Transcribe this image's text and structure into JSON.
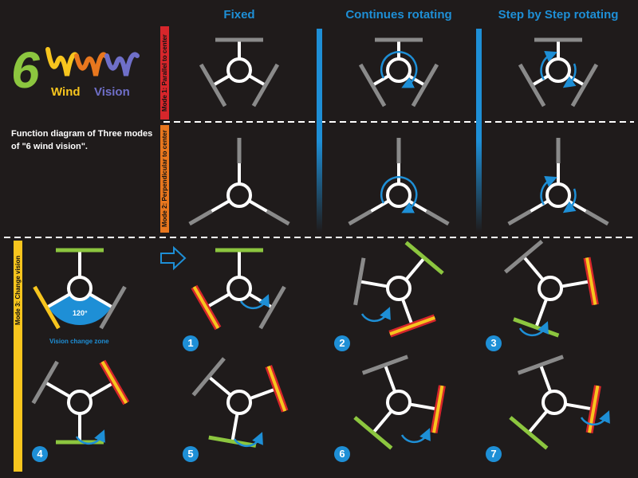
{
  "header": {
    "fixed": "Fixed",
    "continuous": "Continues rotating",
    "step": "Step by Step rotating"
  },
  "logo": {
    "digit": "6",
    "name_part1": "Wind",
    "name_part2": "Vision"
  },
  "description": "Function diagram of Three modes of \"6 wind vision\".",
  "modes": {
    "mode1": "Mode 1: Parallel to center",
    "mode2": "Mode 2: Perpendicular to center",
    "mode3": "Mode 3: Change vision"
  },
  "mode3": {
    "angle": "120°",
    "zone_label": "Vision change zone",
    "steps": [
      "1",
      "2",
      "3",
      "4",
      "5",
      "6",
      "7"
    ]
  },
  "colors": {
    "background": "#1f1b1b",
    "accent_blue": "#1e8fd6",
    "green": "#8cc63f",
    "yellow": "#f7c51e",
    "red": "#d7262b",
    "gray": "#8a8a8a",
    "mode1_bar": "#d7262b",
    "mode2_bar": "#e8771e",
    "mode3_bar": "#f7c51e"
  },
  "icons": [
    "hub-circle-icon",
    "rotation-arrow-icon",
    "step-arrow-icon",
    "right-arrow-icon"
  ]
}
